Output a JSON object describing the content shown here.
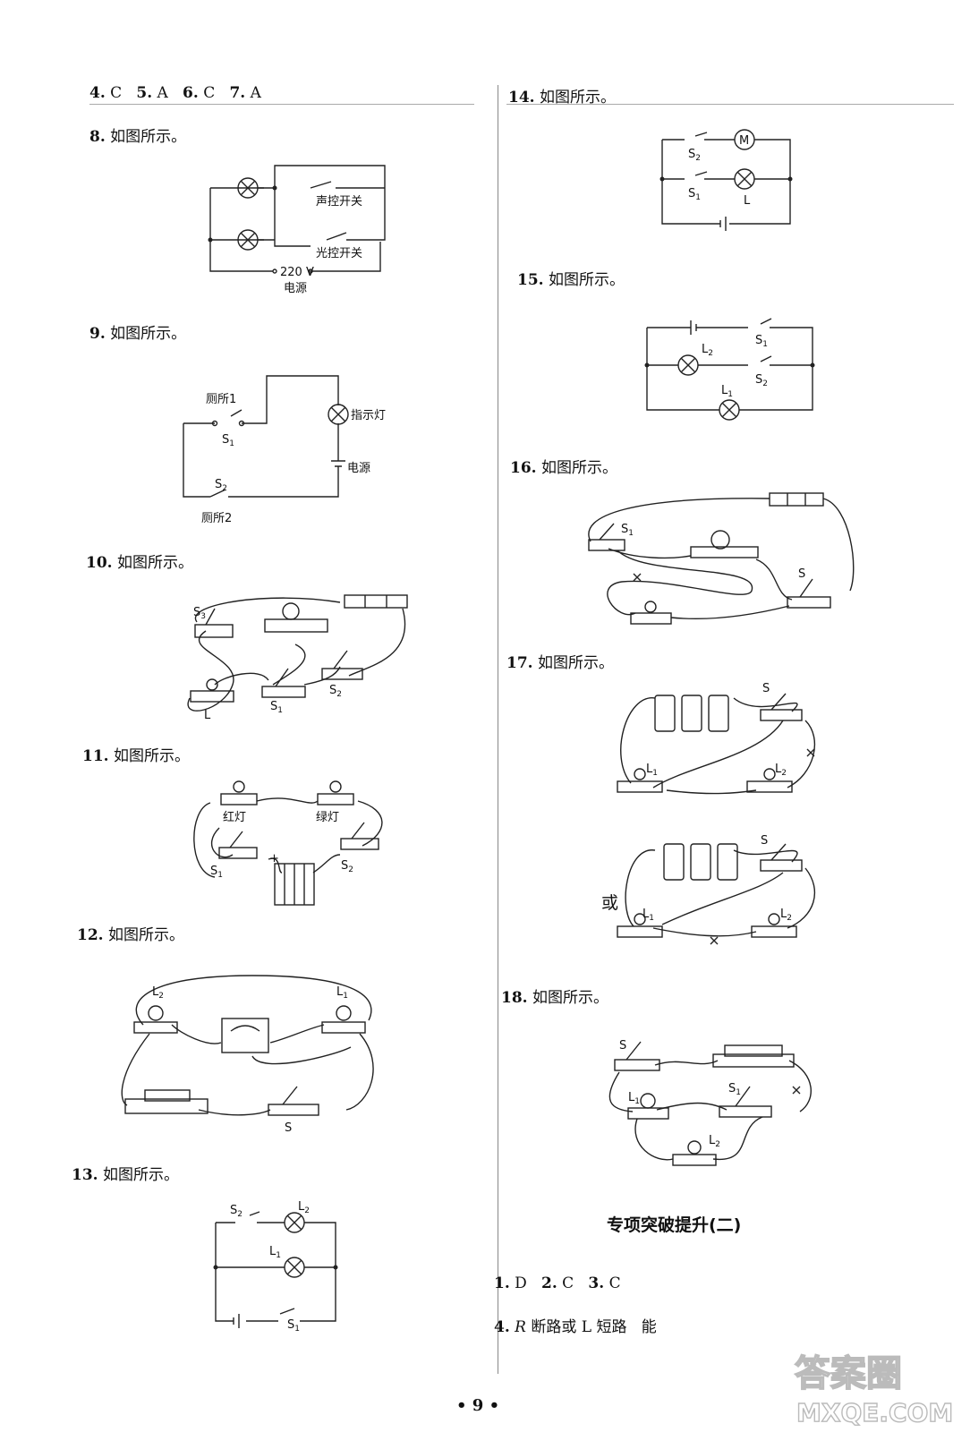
{
  "left": {
    "row_4_7": [
      {
        "num": "4.",
        "ans": "C"
      },
      {
        "num": "5.",
        "ans": "A"
      },
      {
        "num": "6.",
        "ans": "C"
      },
      {
        "num": "7.",
        "ans": "A"
      }
    ],
    "q8": {
      "num": "8.",
      "text": "如图所示。",
      "labels": {
        "sound_switch": "声控开关",
        "light_switch": "光控开关",
        "voltage": "220 V",
        "power": "电源"
      }
    },
    "q9": {
      "num": "9.",
      "text": "如图所示。",
      "labels": {
        "toilet1": "厕所1",
        "toilet2": "厕所2",
        "s1": "S",
        "s2": "S",
        "s1_sub": "1",
        "s2_sub": "2",
        "indicator": "指示灯",
        "power": "电源"
      }
    },
    "q10": {
      "num": "10.",
      "text": "如图所示。",
      "labels": {
        "s3": "S",
        "s3_sub": "3",
        "s1": "S",
        "s1_sub": "1",
        "s2": "S",
        "s2_sub": "2",
        "l": "L"
      }
    },
    "q11": {
      "num": "11.",
      "text": "如图所示。",
      "labels": {
        "red": "红灯",
        "green": "绿灯",
        "s1": "S",
        "s1_sub": "1",
        "s2": "S",
        "s2_sub": "2",
        "plus": "+"
      }
    },
    "q12": {
      "num": "12.",
      "text": "如图所示。",
      "labels": {
        "l2": "L",
        "l2_sub": "2",
        "l1": "L",
        "l1_sub": "1",
        "s": "S"
      }
    },
    "q13": {
      "num": "13.",
      "text": "如图所示。",
      "labels": {
        "s2": "S",
        "s2_sub": "2",
        "l2": "L",
        "l2_sub": "2",
        "l1": "L",
        "l1_sub": "1",
        "s1": "S",
        "s1_sub": "1"
      }
    }
  },
  "right": {
    "q14": {
      "num": "14.",
      "text": "如图所示。",
      "labels": {
        "s2": "S",
        "s2_sub": "2",
        "s1": "S",
        "s1_sub": "1",
        "m": "M",
        "l": "L"
      }
    },
    "q15": {
      "num": "15.",
      "text": "如图所示。",
      "labels": {
        "s1": "S",
        "s1_sub": "1",
        "s2": "S",
        "s2_sub": "2",
        "l2": "L",
        "l2_sub": "2",
        "l1": "L",
        "l1_sub": "1"
      }
    },
    "q16": {
      "num": "16.",
      "text": "如图所示。",
      "labels": {
        "s1": "S",
        "s1_sub": "1",
        "s": "S"
      }
    },
    "q17": {
      "num": "17.",
      "text": "如图所示。",
      "labels": {
        "s": "S",
        "l1": "L",
        "l1_sub": "1",
        "l2": "L",
        "l2_sub": "2",
        "or": "或"
      }
    },
    "q18": {
      "num": "18.",
      "text": "如图所示。",
      "labels": {
        "s": "S",
        "s1": "S",
        "s1_sub": "1",
        "l1": "L",
        "l1_sub": "1",
        "l2": "L",
        "l2_sub": "2"
      }
    },
    "section_title": "专项突破提升(二)",
    "row_1_3": [
      {
        "num": "1.",
        "ans": "D"
      },
      {
        "num": "2.",
        "ans": "C"
      },
      {
        "num": "3.",
        "ans": "C"
      }
    ],
    "q4": {
      "num": "4.",
      "var": "R",
      "text": "断路或 L 短路",
      "extra": "能"
    }
  },
  "page_number": "• 9 •",
  "watermark": {
    "line1": "答案圈",
    "line2": "MXQE.COM"
  }
}
